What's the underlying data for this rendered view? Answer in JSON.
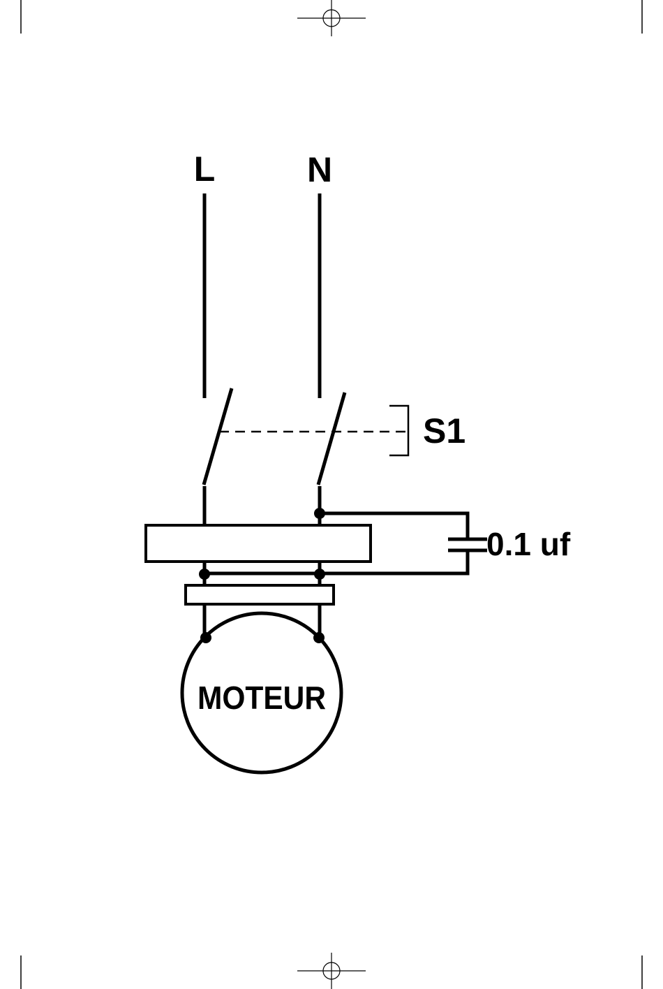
{
  "diagram": {
    "labels": {
      "line": "L",
      "neutral": "N",
      "switch": "S1",
      "capacitor": "0.1 uf",
      "motor": "MOTEUR"
    },
    "colors": {
      "ink": "#000000",
      "background": "#ffffff"
    }
  }
}
